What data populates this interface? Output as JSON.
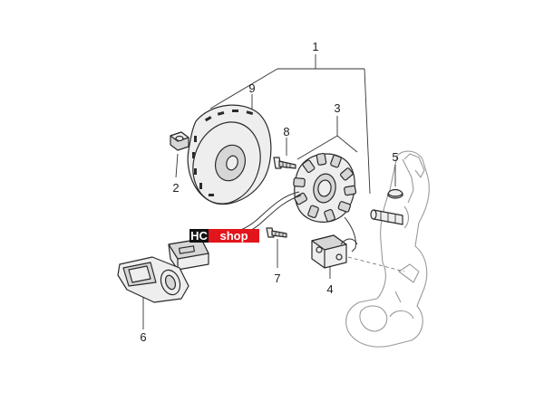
{
  "logo": {
    "brand": "HC",
    "word": "shop"
  },
  "callouts": {
    "c1": "1",
    "c2": "2",
    "c3": "3",
    "c4": "4",
    "c5": "5",
    "c6": "6",
    "c7": "7",
    "c8": "8",
    "c9": "9"
  },
  "colors": {
    "logo_red": "#e3141b",
    "logo_black": "#111111",
    "line": "#2a2a2a",
    "ghost": "#9a9a9a"
  }
}
